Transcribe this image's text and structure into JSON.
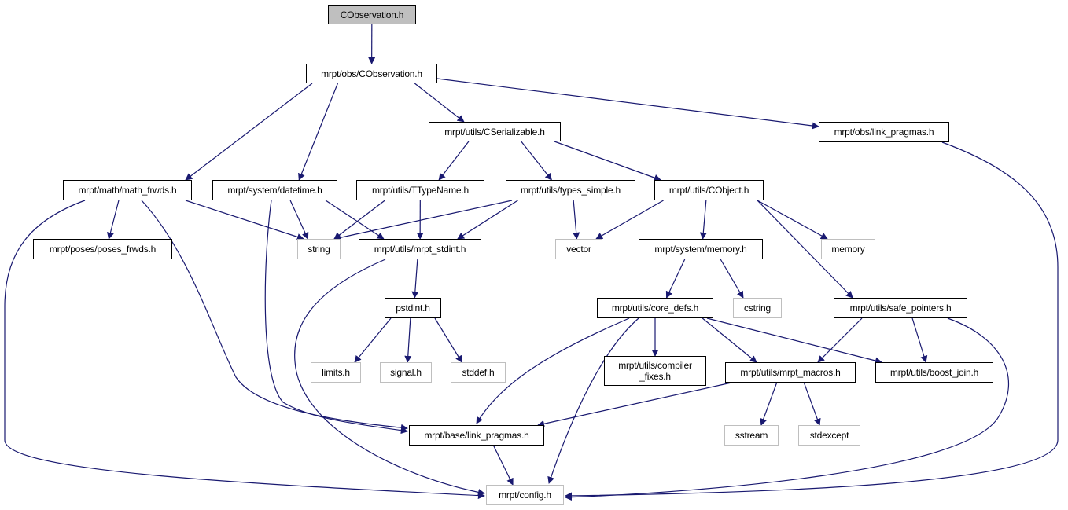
{
  "title": "CObservation.h include dependency graph",
  "colors": {
    "edge": "#191970",
    "external_border": "#bfbfbf",
    "root_fill": "#bfbfbf",
    "node_border": "#000000"
  },
  "nodes": [
    {
      "id": "root",
      "label": "CObservation.h",
      "kind": "root"
    },
    {
      "id": "obs_cobs",
      "label": "mrpt/obs/CObservation.h",
      "kind": "normal"
    },
    {
      "id": "cser",
      "label": "mrpt/utils/CSerializable.h",
      "kind": "normal"
    },
    {
      "id": "obs_lp",
      "label": "mrpt/obs/link_pragmas.h",
      "kind": "normal"
    },
    {
      "id": "math",
      "label": "mrpt/math/math_frwds.h",
      "kind": "normal"
    },
    {
      "id": "datetime",
      "label": "mrpt/system/datetime.h",
      "kind": "normal"
    },
    {
      "id": "ttype",
      "label": "mrpt/utils/TTypeName.h",
      "kind": "normal"
    },
    {
      "id": "types",
      "label": "mrpt/utils/types_simple.h",
      "kind": "normal"
    },
    {
      "id": "cobj",
      "label": "mrpt/utils/CObject.h",
      "kind": "normal"
    },
    {
      "id": "poses",
      "label": "mrpt/poses/poses_frwds.h",
      "kind": "normal"
    },
    {
      "id": "string",
      "label": "string",
      "kind": "external"
    },
    {
      "id": "stdint",
      "label": "mrpt/utils/mrpt_stdint.h",
      "kind": "normal"
    },
    {
      "id": "vector",
      "label": "vector",
      "kind": "external"
    },
    {
      "id": "memh",
      "label": "mrpt/system/memory.h",
      "kind": "normal"
    },
    {
      "id": "memory",
      "label": "memory",
      "kind": "external"
    },
    {
      "id": "pstdint",
      "label": "pstdint.h",
      "kind": "normal"
    },
    {
      "id": "coredefs",
      "label": "mrpt/utils/core_defs.h",
      "kind": "normal"
    },
    {
      "id": "cstring",
      "label": "cstring",
      "kind": "external"
    },
    {
      "id": "safe",
      "label": "mrpt/utils/safe_pointers.h",
      "kind": "normal"
    },
    {
      "id": "limits",
      "label": "limits.h",
      "kind": "external"
    },
    {
      "id": "signal",
      "label": "signal.h",
      "kind": "external"
    },
    {
      "id": "stddef",
      "label": "stddef.h",
      "kind": "external"
    },
    {
      "id": "compiler",
      "label": "mrpt/utils/compiler\n_fixes.h",
      "kind": "normal"
    },
    {
      "id": "macros",
      "label": "mrpt/utils/mrpt_macros.h",
      "kind": "normal"
    },
    {
      "id": "boost",
      "label": "mrpt/utils/boost_join.h",
      "kind": "normal"
    },
    {
      "id": "sstream",
      "label": "sstream",
      "kind": "external"
    },
    {
      "id": "stdexcept",
      "label": "stdexcept",
      "kind": "external"
    },
    {
      "id": "base_lp",
      "label": "mrpt/base/link_pragmas.h",
      "kind": "normal"
    },
    {
      "id": "config",
      "label": "mrpt/config.h",
      "kind": "external"
    }
  ],
  "edges": [
    [
      "root",
      "obs_cobs"
    ],
    [
      "obs_cobs",
      "math"
    ],
    [
      "obs_cobs",
      "datetime"
    ],
    [
      "obs_cobs",
      "cser"
    ],
    [
      "obs_cobs",
      "obs_lp"
    ],
    [
      "cser",
      "ttype"
    ],
    [
      "cser",
      "types"
    ],
    [
      "cser",
      "cobj"
    ],
    [
      "obs_lp",
      "config"
    ],
    [
      "math",
      "config"
    ],
    [
      "math",
      "poses"
    ],
    [
      "math",
      "string"
    ],
    [
      "math",
      "base_lp"
    ],
    [
      "datetime",
      "string"
    ],
    [
      "datetime",
      "stdint"
    ],
    [
      "datetime",
      "base_lp"
    ],
    [
      "ttype",
      "string"
    ],
    [
      "ttype",
      "stdint"
    ],
    [
      "types",
      "string"
    ],
    [
      "types",
      "stdint"
    ],
    [
      "types",
      "vector"
    ],
    [
      "cobj",
      "vector"
    ],
    [
      "cobj",
      "memh"
    ],
    [
      "cobj",
      "memory"
    ],
    [
      "cobj",
      "safe"
    ],
    [
      "stdint",
      "pstdint"
    ],
    [
      "stdint",
      "config"
    ],
    [
      "memh",
      "coredefs"
    ],
    [
      "memh",
      "cstring"
    ],
    [
      "pstdint",
      "limits"
    ],
    [
      "pstdint",
      "signal"
    ],
    [
      "pstdint",
      "stddef"
    ],
    [
      "coredefs",
      "base_lp"
    ],
    [
      "coredefs",
      "config"
    ],
    [
      "coredefs",
      "compiler"
    ],
    [
      "coredefs",
      "macros"
    ],
    [
      "coredefs",
      "boost"
    ],
    [
      "safe",
      "macros"
    ],
    [
      "safe",
      "boost"
    ],
    [
      "safe",
      "config"
    ],
    [
      "macros",
      "base_lp"
    ],
    [
      "macros",
      "sstream"
    ],
    [
      "macros",
      "stdexcept"
    ],
    [
      "base_lp",
      "config"
    ]
  ]
}
